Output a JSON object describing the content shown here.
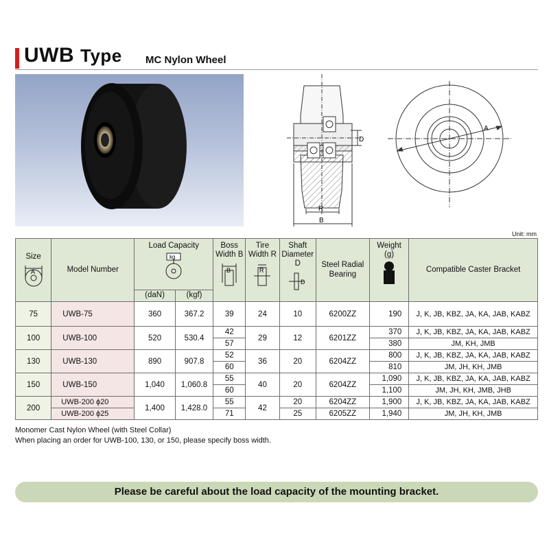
{
  "title": {
    "main": "UWB",
    "type": "Type",
    "subtitle": "MC Nylon Wheel"
  },
  "drawing": {
    "labels": {
      "a": "A",
      "d": "D",
      "r": "R",
      "b": "B"
    }
  },
  "unit_note": "Unit: mm",
  "table": {
    "headers": {
      "size": "Size",
      "size_sym": "A",
      "model": "Model Number",
      "load": "Load Capacity",
      "load_icon": "kg",
      "dan": "(daN)",
      "kgf": "(kgf)",
      "boss_width": "Boss Width B",
      "boss_sym": "B",
      "tire_width": "Tire Width R",
      "tire_sym": "R",
      "shaft": "Shaft Diameter D",
      "shaft_sym": "D",
      "bearing": "Steel Radial Bearing",
      "weight": "Weight",
      "weight_unit": "(g)",
      "bracket": "Compatible Caster Bracket"
    },
    "rows": [
      {
        "size": "75",
        "model": "UWB-75",
        "dan": "360",
        "kgf": "367.2",
        "boss": "39",
        "tire": "24",
        "shaft": "10",
        "bearing": "6200ZZ",
        "weight": "190",
        "bracket": "J, K, JB, KBZ, JA, KA, JAB, KABZ"
      },
      {
        "size": "100",
        "model": "UWB-100",
        "dan": "520",
        "kgf": "530.4",
        "boss": [
          "42",
          "57"
        ],
        "tire": "29",
        "shaft": "12",
        "bearing": "6201ZZ",
        "weight": [
          "370",
          "380"
        ],
        "bracket": [
          "J, K, JB, KBZ, JA, KA, JAB, KABZ",
          "JM, KH, JMB"
        ]
      },
      {
        "size": "130",
        "model": "UWB-130",
        "dan": "890",
        "kgf": "907.8",
        "boss": [
          "52",
          "60"
        ],
        "tire": "36",
        "shaft": "20",
        "bearing": "6204ZZ",
        "weight": [
          "800",
          "810"
        ],
        "bracket": [
          "J, K, JB, KBZ, JA, KA, JAB, KABZ",
          "JM, JH, KH, JMB"
        ]
      },
      {
        "size": "150",
        "model": "UWB-150",
        "dan": "1,040",
        "kgf": "1,060.8",
        "boss": [
          "55",
          "60"
        ],
        "tire": "40",
        "shaft": "20",
        "bearing": "6204ZZ",
        "weight": [
          "1,090",
          "1,100"
        ],
        "bracket": [
          "J, K, JB, KBZ, JA, KA, JAB, KABZ",
          "JM, JH, KH, JMB, JHB"
        ]
      },
      {
        "size": "200",
        "model": [
          "UWB-200 ϕ20",
          "UWB-200 ϕ25"
        ],
        "dan": "1,400",
        "kgf": "1,428.0",
        "boss": [
          "55",
          "71"
        ],
        "tire": "42",
        "shaft": [
          "20",
          "25"
        ],
        "bearing": [
          "6204ZZ",
          "6205ZZ"
        ],
        "weight": [
          "1,900",
          "1,940"
        ],
        "bracket": [
          "J, K, JB, KBZ, JA, KA, JAB, KABZ",
          "JM, JH, KH, JMB"
        ]
      }
    ]
  },
  "notes": [
    "Monomer Cast Nylon Wheel (with Steel Collar)",
    "When placing an order for UWB-100, 130, or 150, please specify boss width."
  ],
  "banner": "Please be careful about the load capacity of the mounting bracket."
}
